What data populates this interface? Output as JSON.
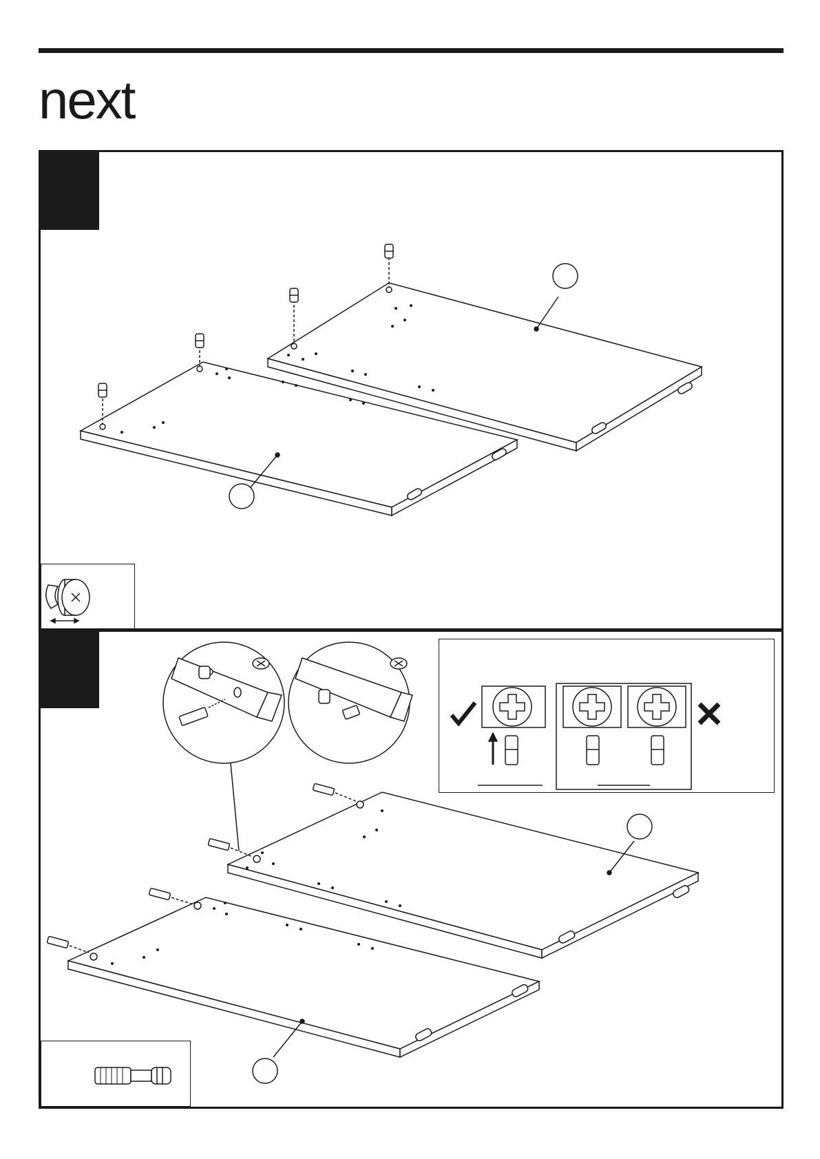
{
  "brand": {
    "logo_text": "next"
  },
  "steps": [
    {
      "number": "",
      "parts": [
        {
          "label": ""
        },
        {
          "label": ""
        }
      ],
      "hardware": {
        "name": "cam-lock",
        "qty": ""
      }
    },
    {
      "number": "",
      "parts": [
        {
          "label": ""
        },
        {
          "label": ""
        }
      ],
      "hardware": {
        "name": "cam-bolt",
        "qty": ""
      },
      "orientation_guide": {
        "correct_label": "",
        "incorrect_label": ""
      }
    }
  ],
  "colors": {
    "ink": "#1a1a1a",
    "paper": "#ffffff"
  }
}
